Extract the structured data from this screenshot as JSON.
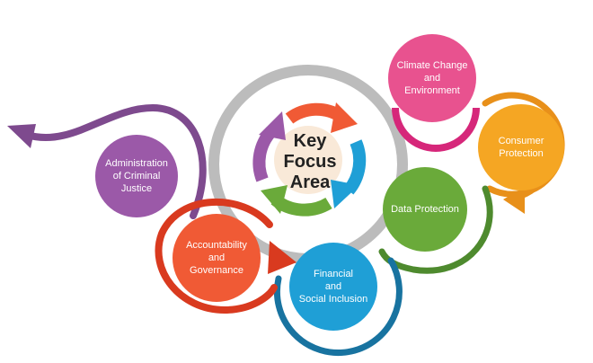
{
  "center": {
    "label": "Key\nFocus\nArea"
  },
  "nodes": [
    {
      "id": "climate",
      "label": "Climate Change\nand\nEnvironment",
      "color": "#e8528f"
    },
    {
      "id": "consumer",
      "label": "Consumer\nProtection",
      "color": "#f5a623"
    },
    {
      "id": "data",
      "label": "Data Protection",
      "color": "#6aaa3a"
    },
    {
      "id": "financial",
      "label": "Financial\nand\nSocial Inclusion",
      "color": "#1f9fd6"
    },
    {
      "id": "accountability",
      "label": "Accountability\nand\nGovernance",
      "color": "#f05a35"
    },
    {
      "id": "criminal",
      "label": "Administration\nof Criminal\nJustice",
      "color": "#9b59a8"
    }
  ],
  "colors": {
    "ring_gray": "#bcbcbc",
    "ring_magenta": "#d6277a",
    "ring_orange": "#e8901a",
    "ring_green": "#4e8a2e",
    "ring_blue": "#1873a0",
    "ring_red": "#d93a1f",
    "ring_purple": "#7e4a8e",
    "center_fill": "#f9e9d8"
  }
}
